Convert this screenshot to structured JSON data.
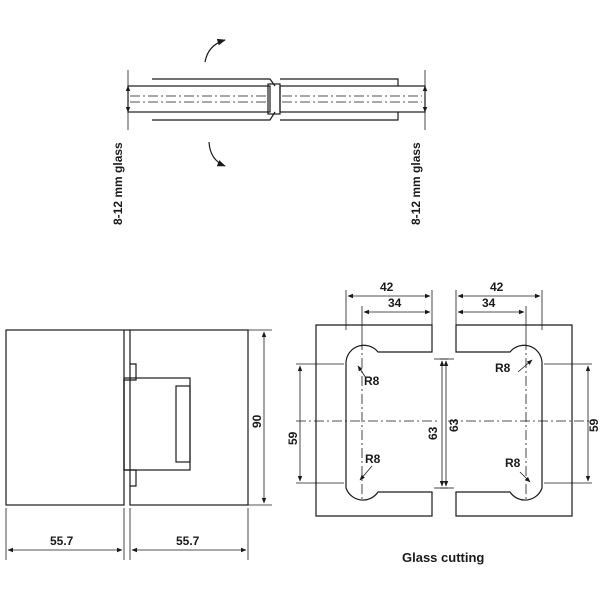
{
  "glass_range_label_left": "8-12 mm glass",
  "glass_range_label_right": "8-12 mm glass",
  "hinge_front": {
    "width_left": "55.7",
    "width_right": "55.7",
    "height": "90"
  },
  "glass_cutting": {
    "caption": "Glass cutting",
    "left_panel": {
      "outer_width": "42",
      "inner_width": "34",
      "radius_top": "R8",
      "radius_bottom": "R8",
      "span_left": "59",
      "span_right": "63"
    },
    "right_panel": {
      "outer_width": "42",
      "inner_width": "34",
      "radius_top": "R8",
      "radius_bottom": "R8",
      "span_left": "63",
      "span_right": "59"
    }
  }
}
